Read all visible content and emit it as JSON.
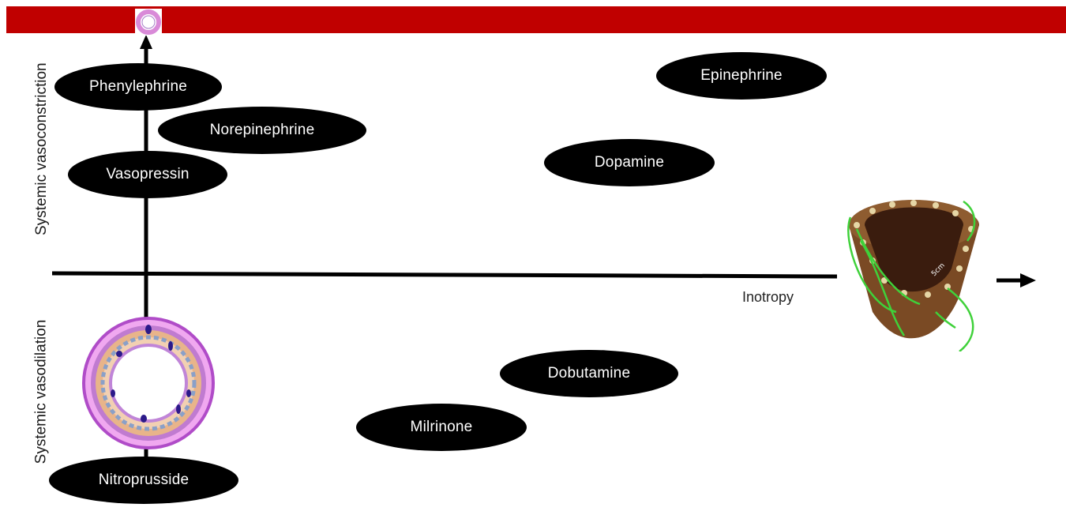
{
  "axes": {
    "y_upper_label": "Systemic vasoconstriction",
    "y_lower_label": "Systemic vasodilation",
    "x_label": "Inotropy"
  },
  "drugs": {
    "phenylephrine": "Phenylephrine",
    "norepinephrine": "Norepinephrine",
    "vasopressin": "Vasopressin",
    "epinephrine": "Epinephrine",
    "dopamine": "Dopamine",
    "dobutamine": "Dobutamine",
    "milrinone": "Milrinone",
    "nitroprusside": "Nitroprusside"
  },
  "colors": {
    "header_band": "#c00000",
    "drug_fill": "#000000",
    "drug_text": "#ffffff",
    "heart_outer": "#7a4a24",
    "heart_cavity": "#3a1c0e",
    "arrow_green": "#3fd13a",
    "vessel_pink": "#e070e0"
  },
  "icons": [
    "small-vessel-icon",
    "blood-vessel-icon",
    "heart-icon"
  ]
}
